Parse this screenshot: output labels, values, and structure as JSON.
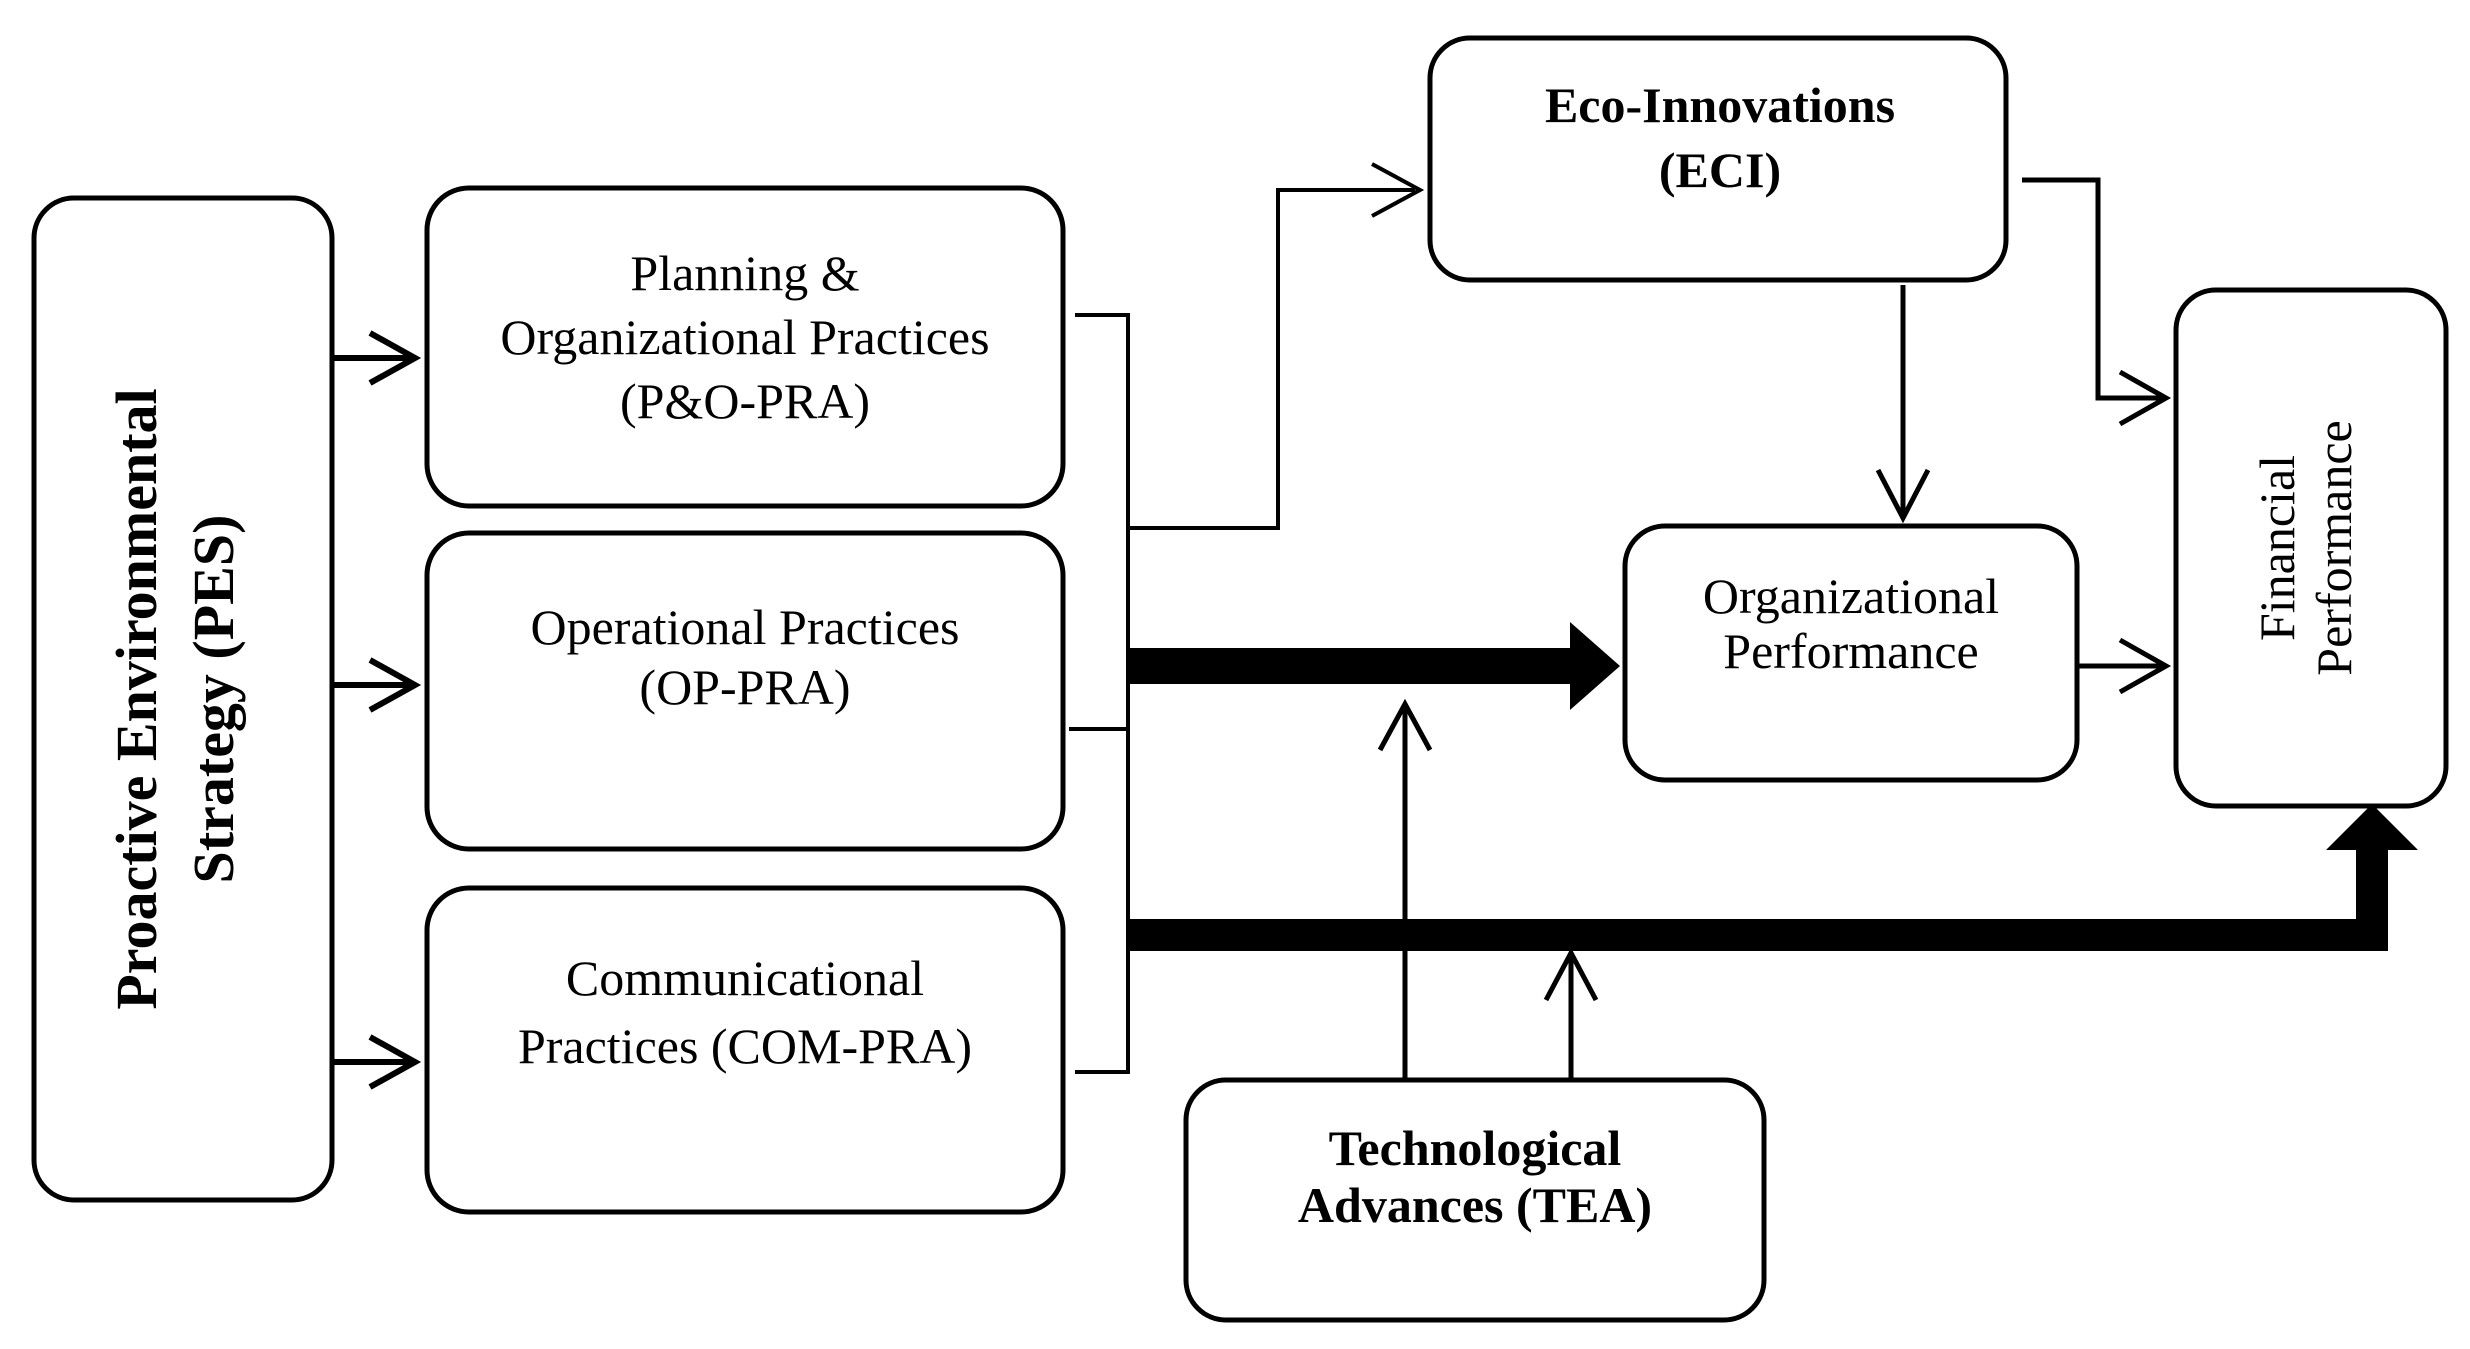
{
  "nodes": {
    "pes": {
      "line1": "Proactive Environmental",
      "line2": "Strategy (PES)"
    },
    "po_pra": {
      "line1": "Planning &",
      "line2": "Organizational Practices",
      "line3": "(P&O-PRA)"
    },
    "op_pra": {
      "line1": "Operational Practices",
      "line2": "(OP-PRA)"
    },
    "com_pra": {
      "line1": "Communicational",
      "line2": "Practices (COM-PRA)"
    },
    "eci": {
      "line1": "Eco-Innovations",
      "line2": "(ECI)"
    },
    "org_perf": {
      "line1": "Organizational",
      "line2": "Performance"
    },
    "fin_perf": {
      "line1": "Financial",
      "line2": "Performance"
    },
    "tea": {
      "line1": "Technological",
      "line2": "Advances (TEA)"
    }
  },
  "colors": {
    "stroke": "#000000",
    "background": "#ffffff"
  }
}
